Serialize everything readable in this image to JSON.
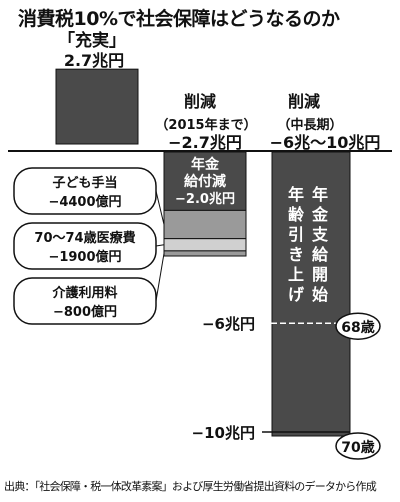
{
  "title": "消費税10%で社会保障はどうなるのか",
  "source": "出典：「社会保障・税一体改革素案」および厚生労働省提出資料のデータから作成",
  "colors": {
    "bar": "#4a4a4a",
    "hatch": "#9a9a9a",
    "ink": "#111111",
    "paper": "#ffffff"
  },
  "chart_data": {
    "type": "bar",
    "unit": "兆円",
    "columns": [
      {
        "heading": "「充実」",
        "sub": "",
        "total_label": "2.7兆円",
        "value": 2.7
      },
      {
        "heading": "削減",
        "sub": "（2015年まで）",
        "total_label": "−2.7兆円",
        "value": -2.7
      },
      {
        "heading": "削減",
        "sub": "（中長期）",
        "total_label": "−6兆〜10兆円",
        "value_range": [
          -6,
          -10
        ]
      }
    ],
    "segments": [
      {
        "label": "年金給付減",
        "value_label": "−2.0兆円",
        "value": -2.0
      },
      {
        "label": "子ども手当",
        "value_label": "−4400億円",
        "value": -0.44
      },
      {
        "label": "70〜74歳医療費",
        "value_label": "−1900億円",
        "value": -0.19
      },
      {
        "label": "介護利用料",
        "value_label": "−800億円",
        "value": -0.08
      }
    ],
    "long_term": {
      "label": "年金支給開始年齢引き上げ",
      "line1": "年金支給開始",
      "line2": "年齢引き上げ"
    },
    "markers": [
      {
        "value_label": "−6兆円",
        "value": -6,
        "age": "68歳"
      },
      {
        "value_label": "−10兆円",
        "value": -10,
        "age": "70歳"
      }
    ]
  }
}
